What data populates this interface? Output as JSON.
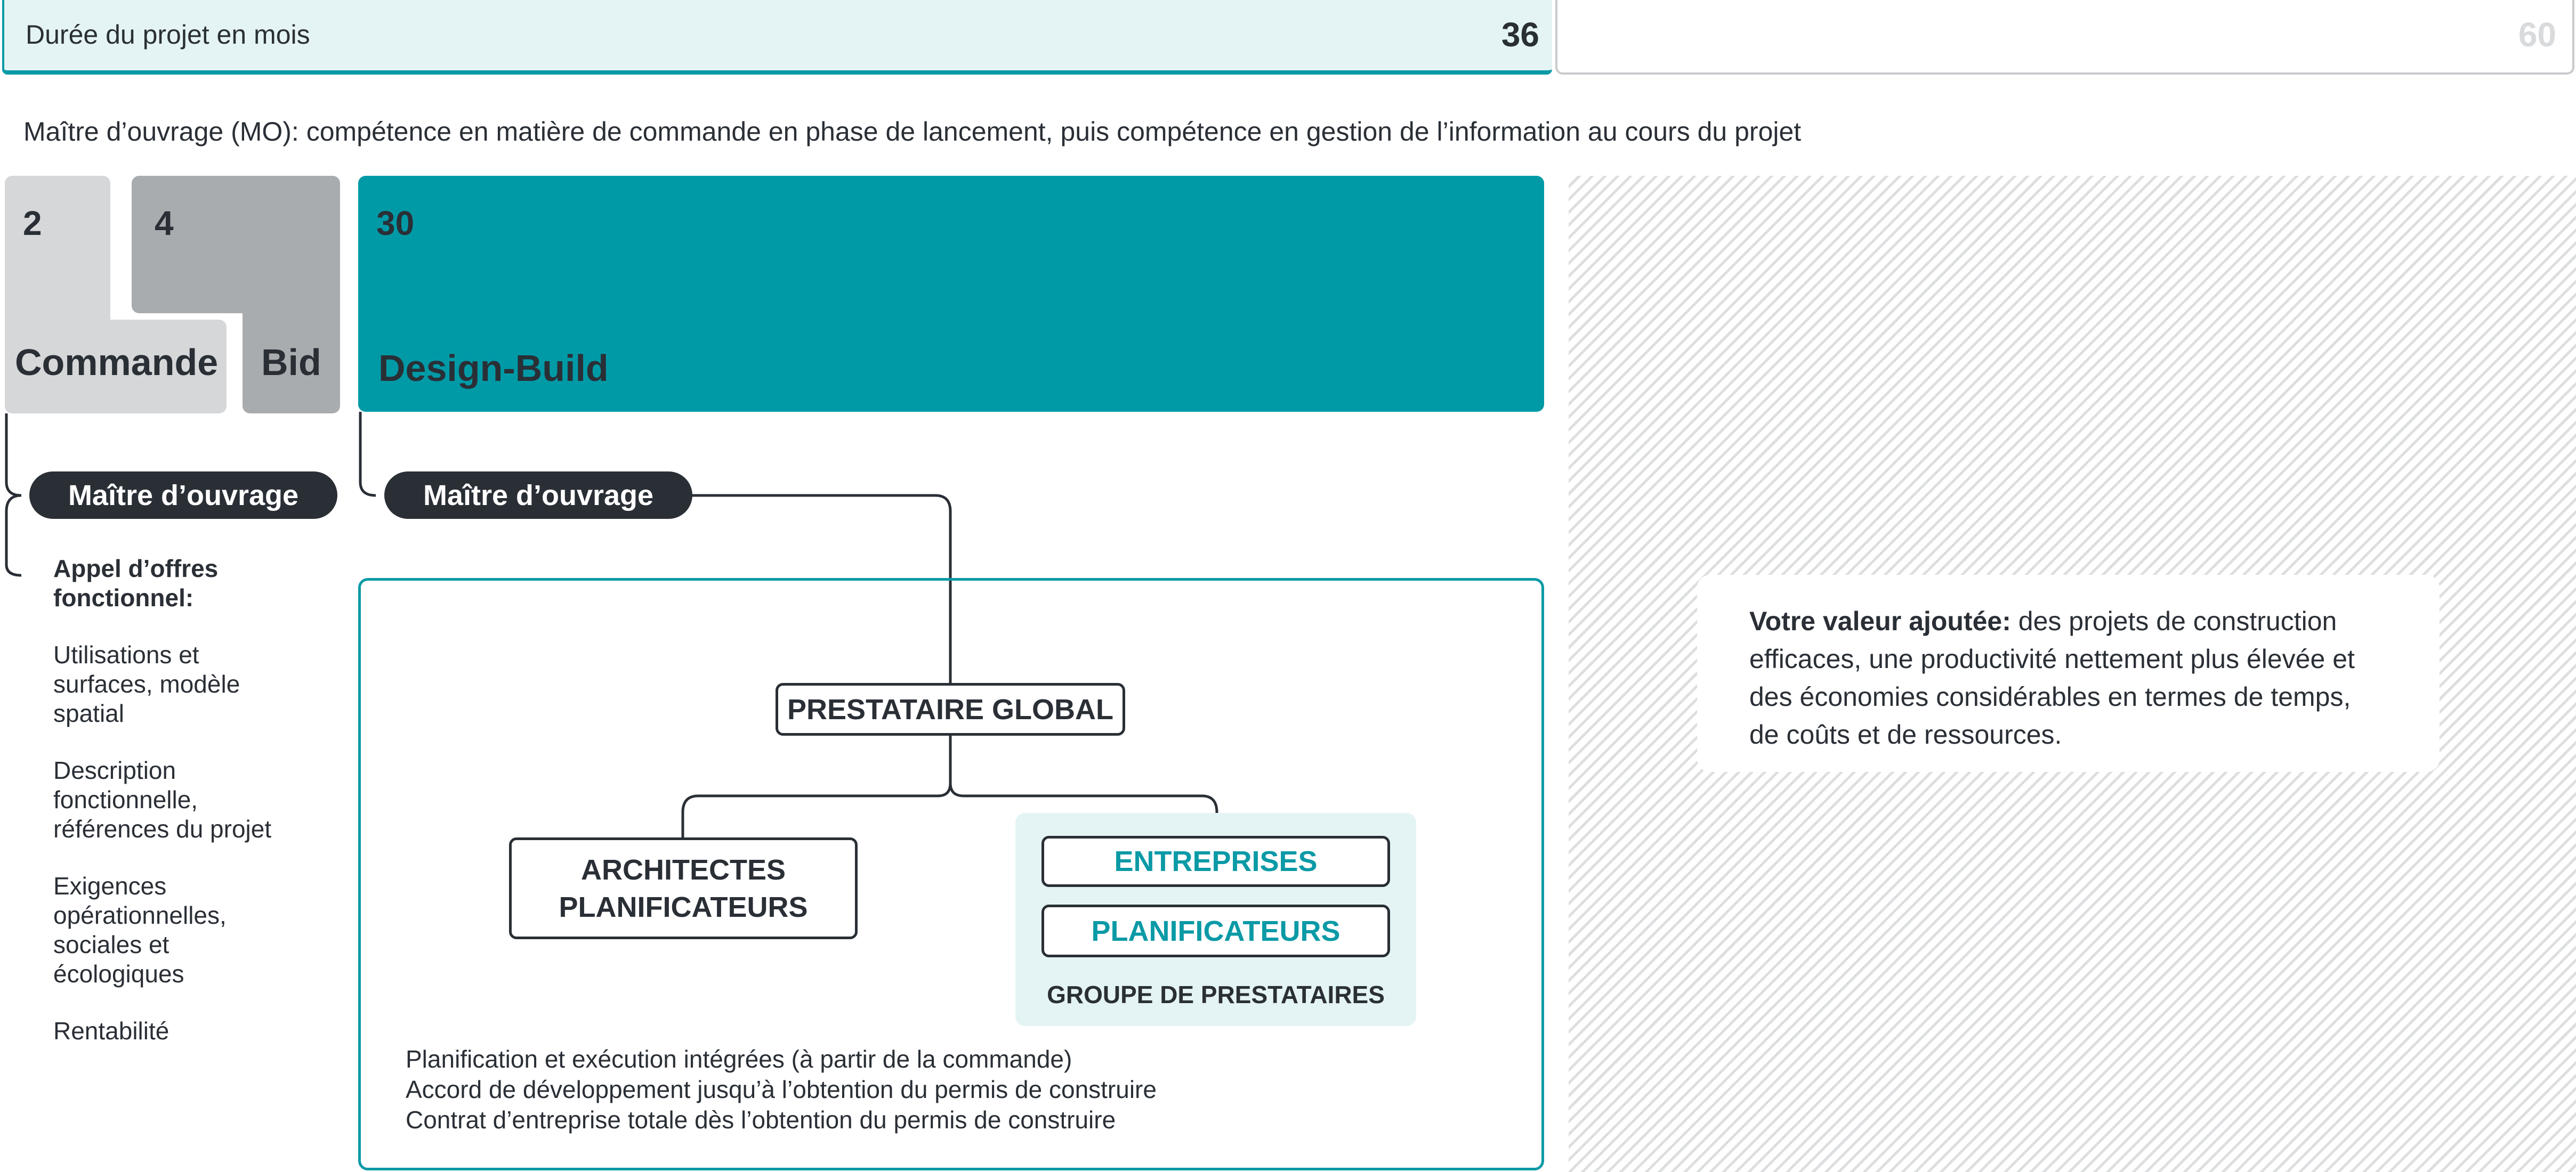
{
  "duration": {
    "label": "Durée du projet en mois",
    "value": "36",
    "max": "60"
  },
  "intro": "Maître d’ouvrage (MO): compétence en matière de commande en phase de lancement, puis compétence en gestion de l’information au cours du projet",
  "phases": [
    {
      "months": "2",
      "name": "Commande"
    },
    {
      "months": "4",
      "name": "Bid"
    },
    {
      "months": "30",
      "name": "Design-Build"
    }
  ],
  "owner_label": "Maître d’ouvrage",
  "left_list": {
    "heading": "Appel d’offres fonctionnel:",
    "items": [
      "Utilisations et surfaces, modèle spatial",
      "Description fonctionnelle, références du projet",
      "Exigences opérationnelles, sociales et écologiques",
      "Rentabilité"
    ]
  },
  "org": {
    "global": "PRESTATAIRE GLOBAL",
    "architects": "ARCHITECTES",
    "architects2": "PLANIFICATEURS",
    "entreprises": "ENTREPRISES",
    "planificateurs": "PLANIFICATEURS",
    "group": "GROUPE DE PRESTATAIRES"
  },
  "notes": [
    "Planification et exécution intégrées (à partir de la commande)",
    "Accord de développement jusqu’à l’obtention du permis de construire",
    "Contrat d’entreprise totale dès l’obtention du permis de construire"
  ],
  "value_card": {
    "bold": "Votre valeur ajoutée:",
    "text": " des projets de construction efficaces, une productivité nettement plus élevée et des économies considérables en termes de temps, de coûts et de ressources."
  },
  "colors": {
    "teal": "#009aa7",
    "dark": "#2a2f36",
    "light_grey": "#d6d7d9",
    "grey": "#a9acaf"
  }
}
